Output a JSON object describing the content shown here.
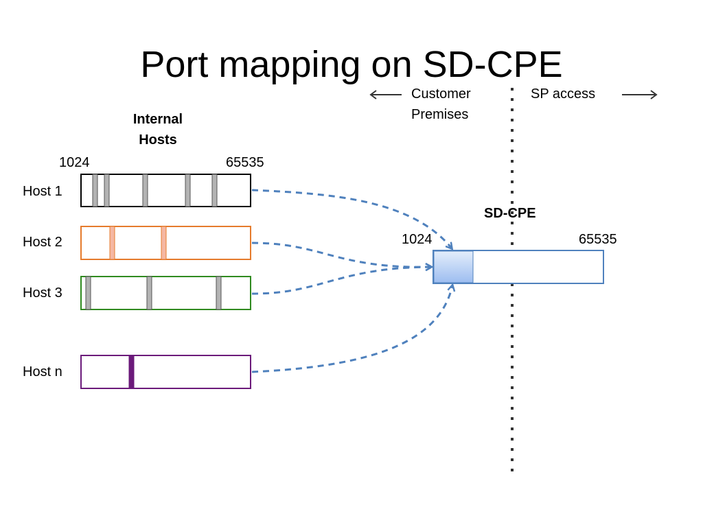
{
  "title": "Port mapping on SD-CPE",
  "zones": {
    "left_label_line1": "Customer",
    "left_label_line2": "Premises",
    "right_label": "SP access"
  },
  "internal_hosts": {
    "heading_line1": "Internal",
    "heading_line2": "Hosts",
    "range_start": "1024",
    "range_end": "65535"
  },
  "hosts": [
    {
      "label": "Host 1",
      "color": "#000000",
      "marker_color": "#b3b3b3"
    },
    {
      "label": "Host 2",
      "color": "#e57b2c",
      "marker_color": "#f5b8a3"
    },
    {
      "label": "Host 3",
      "color": "#2f8a1f",
      "marker_color": "#b3b3b3"
    },
    {
      "label": "Host n",
      "color": "#6b1a7a",
      "marker_color": "#6b1a7a"
    }
  ],
  "sdcpe": {
    "label": "SD-CPE",
    "range_start": "1024",
    "range_end": "65535",
    "color": "#4f81bd"
  },
  "arrow_color": "#4f81bd"
}
